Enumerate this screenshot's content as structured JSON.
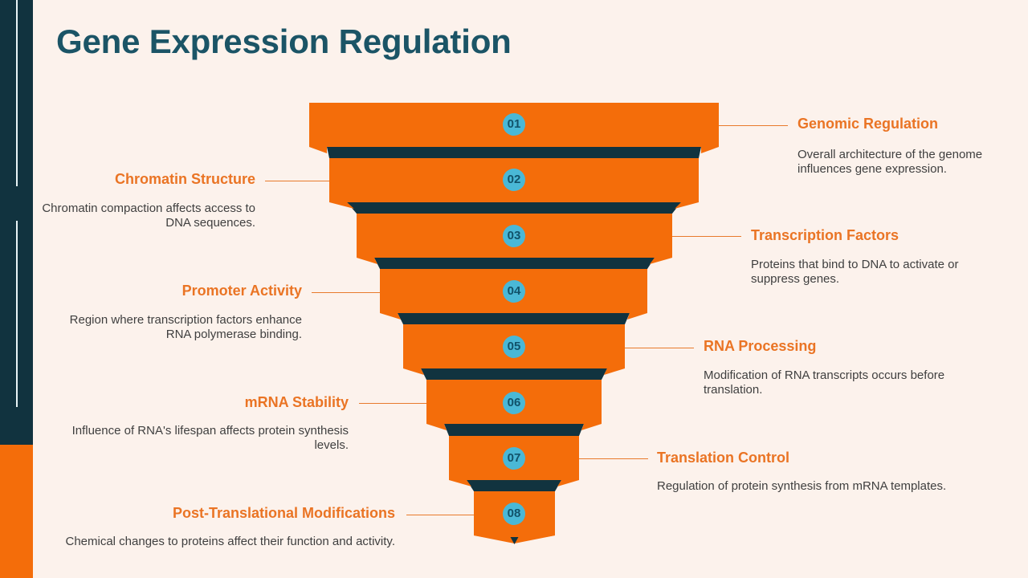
{
  "title": "Gene Expression Regulation",
  "colors": {
    "background": "#fcf2ec",
    "sidebar": "#11333f",
    "accent": "#f46d0a",
    "band": "#11333f",
    "badge": "#4ab8d6",
    "title": "#1b5466",
    "item_title": "#ea7424"
  },
  "steps": [
    {
      "number": "01",
      "title": "Genomic Regulation",
      "description": "Overall architecture of the genome influences gene expression.",
      "side": "right"
    },
    {
      "number": "02",
      "title": "Chromatin Structure",
      "description": "Chromatin compaction affects access to DNA sequences.",
      "side": "left"
    },
    {
      "number": "03",
      "title": "Transcription Factors",
      "description": "Proteins that bind to DNA to activate or suppress genes.",
      "side": "right"
    },
    {
      "number": "04",
      "title": "Promoter Activity",
      "description": "Region where transcription factors enhance RNA polymerase binding.",
      "side": "left"
    },
    {
      "number": "05",
      "title": "RNA Processing",
      "description": "Modification of RNA transcripts occurs before translation.",
      "side": "right"
    },
    {
      "number": "06",
      "title": "mRNA Stability",
      "description": "Influence of RNA's lifespan affects protein synthesis levels.",
      "side": "left"
    },
    {
      "number": "07",
      "title": "Translation Control",
      "description": "Regulation of protein synthesis from mRNA templates.",
      "side": "right"
    },
    {
      "number": "08",
      "title": "Post-Translational Modifications",
      "description": "Chemical changes to proteins affect their function and activity.",
      "side": "left"
    }
  ]
}
